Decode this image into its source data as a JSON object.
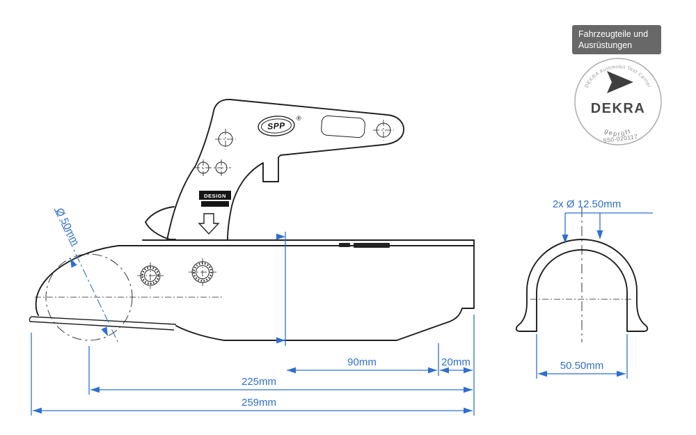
{
  "colors": {
    "line_color": "#1e1e1e",
    "dimension_color": "#2f6fd0",
    "stamp_gray": "#5c5c5c",
    "stamp_text": "#474747"
  },
  "part": {
    "brand": "SPP",
    "brand_reg": "®",
    "design_label": "DESIGN"
  },
  "dimensions": {
    "ball_diameter": "Ø 50mm",
    "holes_label": "2x Ø 12.50mm",
    "d90": "90mm",
    "d20": "20mm",
    "d225": "225mm",
    "d259": "259mm",
    "inner_width": "50.50mm"
  },
  "stamp": {
    "header_line1": "Fahrzeugteile und",
    "header_line2": "Ausrüstungen",
    "ring_text": "DEKRA Automobil Test Center",
    "name": "DEKRA",
    "approved": "geprüft",
    "number": "550-020117"
  }
}
